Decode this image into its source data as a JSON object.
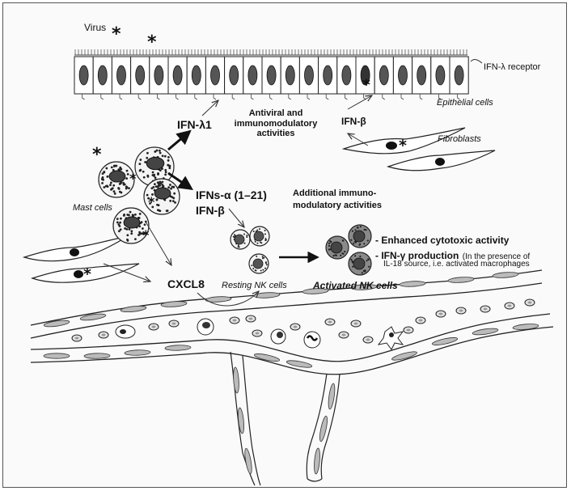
{
  "labels": {
    "virus": "Virus",
    "ifn_lambda_receptor": "IFN-λ receptor",
    "epithelial_cells": "Epithelial cells",
    "ifn_lambda1": "IFN-λ1",
    "antiviral_line1": "Antiviral and",
    "antiviral_line2": "immunomodulatory",
    "antiviral_line3": "activities",
    "ifn_beta_top": "IFN-β",
    "fibroblasts": "Fibroblasts",
    "mast_cells": "Mast cells",
    "ifns_alpha": "IFNs-α (1–21)",
    "ifn_beta_mid": "IFN-β",
    "additional_line1": "Additional immuno-",
    "additional_line2": "modulatory activities",
    "enhanced_cytotoxic": "- Enhanced cytotoxic activity",
    "ifn_gamma_bold": "- IFN-γ production",
    "ifn_gamma_note": "(In the presence of",
    "il18_note": "IL-18 source, i.e. activated macrophages",
    "cxcl8": "CXCL8",
    "resting_nk": "Resting NK cells",
    "activated_nk": "Activated NK cells"
  }
}
